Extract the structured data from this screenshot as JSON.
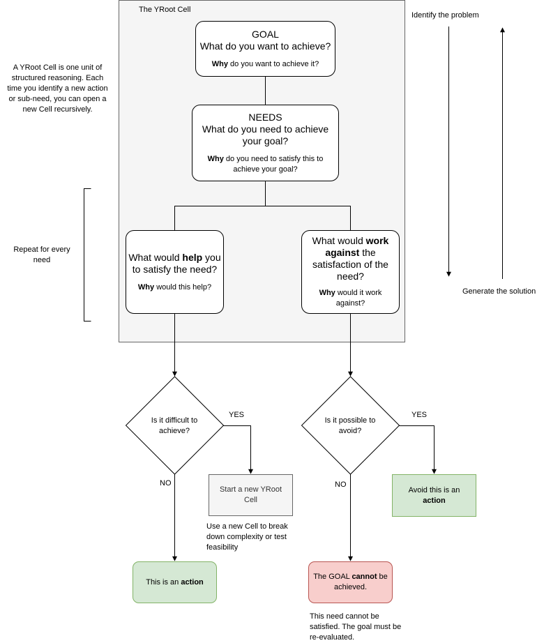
{
  "cell_title": "The YRoot Cell",
  "side_note": "A YRoot Cell is one unit of structured reasoning. Each time you identify a new action or sub-need, you can open a new Cell recursively.",
  "repeat_note": "Repeat for every need",
  "identify_label": "Identify the problem",
  "generate_label": "Generate the solution",
  "goal": {
    "heading": "GOAL",
    "question": "What do you want to achieve?",
    "why_bold": "Why",
    "why_rest": " do you want to achieve it?"
  },
  "needs": {
    "heading": "NEEDS",
    "question": "What do you need to achieve your goal?",
    "why_bold": "Why",
    "why_rest": " do you need to satisfy this to achieve your goal?"
  },
  "help": {
    "q_pre": "What would ",
    "q_bold": "help",
    "q_post": " you to satisfy the need?",
    "why_bold": "Why",
    "why_rest": " would this help?"
  },
  "against": {
    "q_pre": "What would ",
    "q_bold": "work against",
    "q_post": " the satisfaction of the need?",
    "why_bold": "Why",
    "why_rest": " would it work against?"
  },
  "decision_difficult": "Is it difficult to achieve?",
  "decision_avoid": "Is it possible to avoid?",
  "yes_label": "YES",
  "no_label": "NO",
  "new_cell": "Start a new YRoot Cell",
  "new_cell_note": "Use a new Cell to break down complexity or test feasibility",
  "action": {
    "pre": "This is an ",
    "bold": "action"
  },
  "avoid_action": {
    "pre": "Avoid this is an ",
    "bold": "action"
  },
  "cannot": {
    "pre": "The GOAL ",
    "bold": "cannot",
    "post": " be achieved."
  },
  "cannot_note": "This need cannot be satisfied. The goal must be re-evaluated.",
  "colors": {
    "cell_fill": "#f5f5f5",
    "new_cell_fill": "#f5f5f5",
    "action_fill": "#d5e8d4",
    "action_stroke": "#82b366",
    "cannot_fill": "#f8cecc",
    "cannot_stroke": "#b85450",
    "neutral_stroke": "#666666"
  }
}
